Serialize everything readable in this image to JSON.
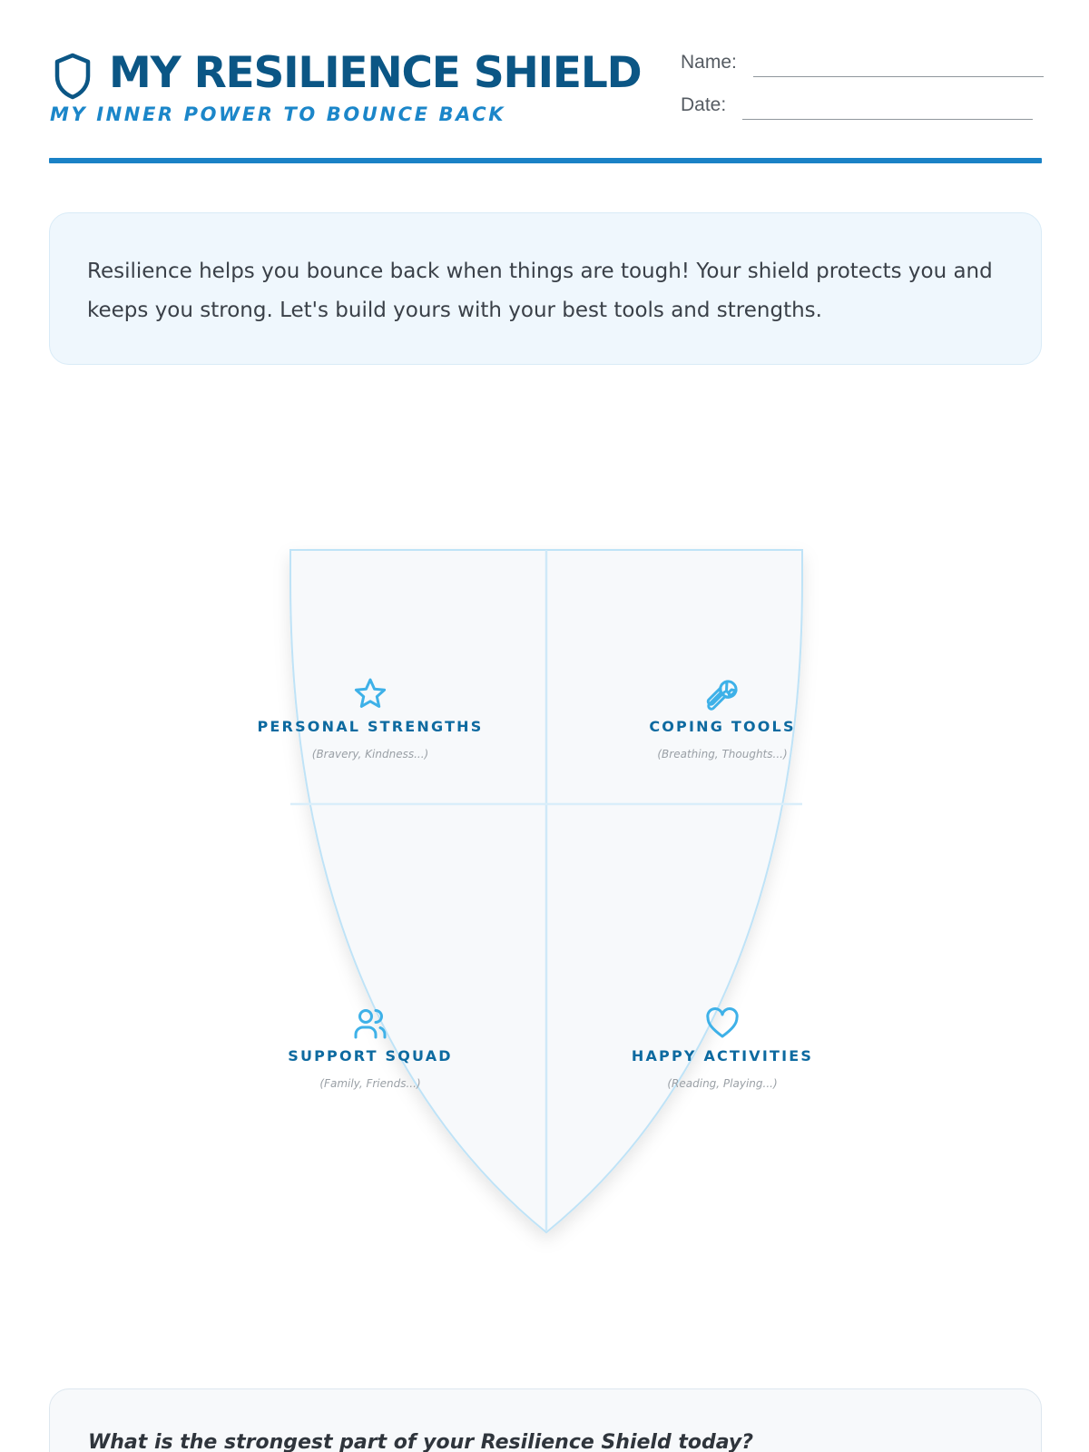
{
  "header": {
    "title": "MY RESILIENCE SHIELD",
    "subtitle": "MY INNER POWER TO BOUNCE BACK",
    "name_label": "Name:",
    "date_label": "Date:"
  },
  "intro": {
    "text": "Resilience helps you bounce back when things are tough! Your shield protects you and keeps you strong. Let's build yours with your best tools and strengths."
  },
  "shield": {
    "quadrants": [
      {
        "title": "PERSONAL STRENGTHS",
        "hint": "(Bravery, Kindness...)",
        "icon": "star-icon"
      },
      {
        "title": "COPING TOOLS",
        "hint": "(Breathing, Thoughts...)",
        "icon": "wrench-icon"
      },
      {
        "title": "SUPPORT SQUAD",
        "hint": "(Family, Friends...)",
        "icon": "users-icon"
      },
      {
        "title": "HAPPY ACTIVITIES",
        "hint": "(Reading, Playing...)",
        "icon": "heart-icon"
      }
    ]
  },
  "reflection": {
    "question": "What is the strongest part of your Resilience Shield today?"
  },
  "colors": {
    "primary_dark": "#0b5685",
    "accent": "#1a82c6",
    "icon": "#3eb1e8",
    "panel": "#eff7fd"
  }
}
